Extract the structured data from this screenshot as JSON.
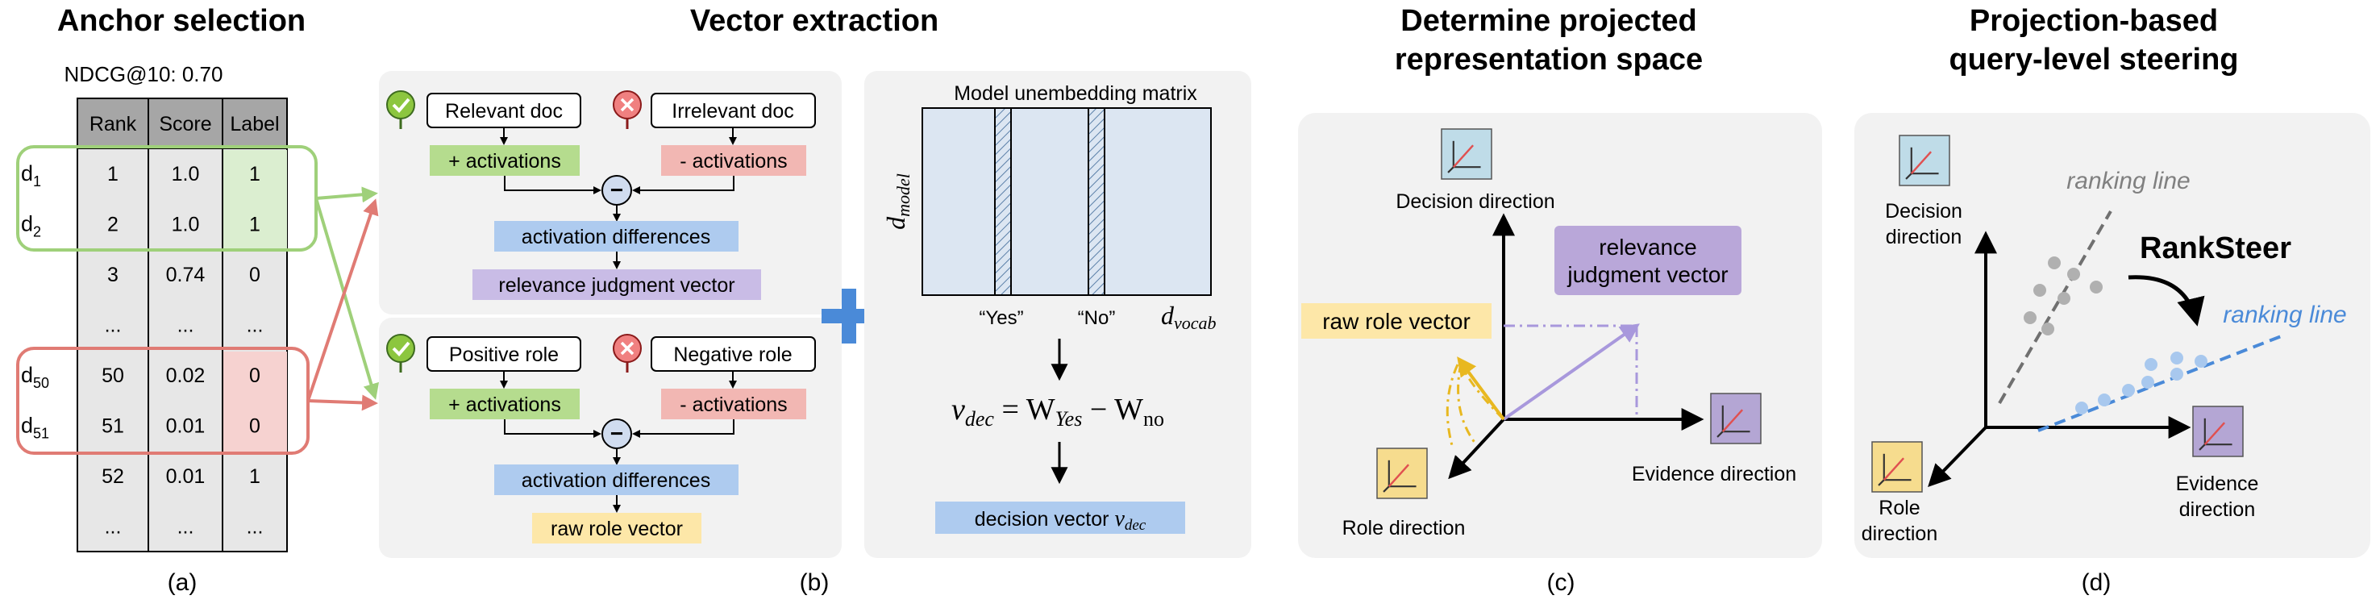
{
  "titles": {
    "a": "Anchor selection",
    "b": "Vector extraction",
    "c_line1": "Determine projected",
    "c_line2": "representation space",
    "d_line1": "Projection-based",
    "d_line2": "query-level steering"
  },
  "captions": {
    "a": "(a)",
    "b": "(b)",
    "c": "(c)",
    "d": "(d)"
  },
  "anchor": {
    "ndcg": "NDCG@10: 0.70",
    "headers": [
      "Rank",
      "Score",
      "Label"
    ],
    "rows": [
      [
        "1",
        "1.0",
        "1"
      ],
      [
        "2",
        "1.0",
        "1"
      ],
      [
        "3",
        "0.74",
        "0"
      ],
      [
        "...",
        "...",
        "..."
      ],
      [
        "50",
        "0.02",
        "0"
      ],
      [
        "51",
        "0.01",
        "0"
      ],
      [
        "52",
        "0.01",
        "1"
      ],
      [
        "...",
        "...",
        "..."
      ]
    ],
    "doc_labels": [
      {
        "base": "d",
        "sub": "1"
      },
      {
        "base": "d",
        "sub": "2"
      },
      {
        "base": "d",
        "sub": "50"
      },
      {
        "base": "d",
        "sub": "51"
      }
    ]
  },
  "extraction_top": {
    "relevant": "Relevant doc",
    "irrelevant": "Irrelevant doc",
    "plus_act": "+ activations",
    "minus_act": "- activations",
    "diff_op": "−",
    "act_diff": "activation differences",
    "result": "relevance judgment vector"
  },
  "extraction_bottom": {
    "positive": "Positive role",
    "negative": "Negative role",
    "plus_act": "+ activations",
    "minus_act": "- activations",
    "diff_op": "−",
    "act_diff": "activation differences",
    "result": "raw role vector"
  },
  "plus_sign": "+",
  "unembed": {
    "title": "Model unembedding matrix",
    "ylabel_base": "d",
    "ylabel_sub": "model",
    "xlabel_base": "d",
    "xlabel_sub": "vocab",
    "yes": "“Yes”",
    "no": "“No”",
    "eq_lhs": "v",
    "eq_lhs_sub": "dec",
    "eq_mid": " = W",
    "eq_mid_sub": "Yes",
    "eq_rhs": " − W",
    "eq_rhs_sub": "no",
    "decision_box": "decision vector",
    "decision_sym": "v",
    "decision_sub": "dec"
  },
  "space_c": {
    "decision": "Decision direction",
    "evidence": "Evidence direction",
    "role": "Role direction",
    "raw_role": "raw role vector",
    "rel_line1": "relevance",
    "rel_line2": "judgment vector"
  },
  "space_d": {
    "decision_line1": "Decision",
    "decision_line2": "direction",
    "evidence_line1": "Evidence",
    "evidence_line2": "direction",
    "role_line1": "Role",
    "role_line2": "direction",
    "ranking_grey": "ranking line",
    "ranking_blue": "ranking line",
    "method": "RankSteer"
  },
  "colors": {
    "green": "#8cc63f",
    "red": "#e07b74",
    "blue_box": "#aecbef",
    "purple_box": "#b9a7d9",
    "yellow_box": "#fde7a8",
    "green_box": "#b5dc8e",
    "red_box": "#f2b7b3",
    "panel_bg": "#f2f2f2",
    "blue_line": "#4a8ad8",
    "grey_line": "#808080",
    "purple_arrow": "#a898dc",
    "yellow_arrow": "#e8b820"
  }
}
